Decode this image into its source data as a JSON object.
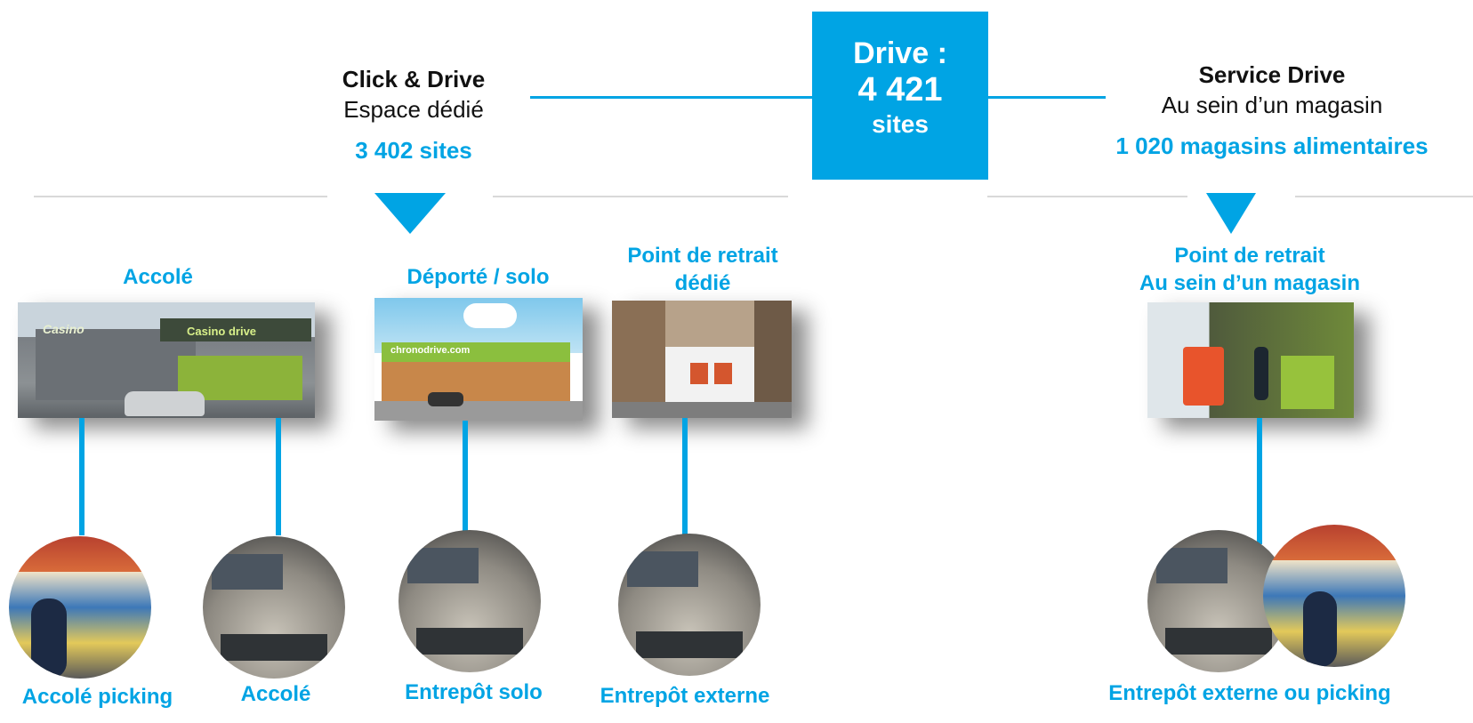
{
  "center_box": {
    "line1": "Drive :",
    "line2": "4 421",
    "line3": "sites"
  },
  "left_header": {
    "title": "Click & Drive",
    "subtitle": "Espace dédié",
    "count": "3 402 sites"
  },
  "right_header": {
    "title": "Service Drive",
    "subtitle": "Au sein d’un magasin",
    "count": "1 020 magasins alimentaires"
  },
  "categories": {
    "accole": "Accolé",
    "deporte": "Déporté / solo",
    "retrait_line1": "Point de retrait",
    "retrait_line2": "dédié",
    "magasin_line1": "Point de retrait",
    "magasin_line2": "Au sein d’un magasin"
  },
  "bottom_labels": {
    "accole_picking": "Accolé picking",
    "accole": "Accolé",
    "entrepot_solo": "Entrepôt solo",
    "entrepot_externe": "Entrepôt  externe",
    "externe_ou_picking": "Entrepôt  externe ou picking"
  },
  "photo_signs": {
    "casino": "Casino",
    "casino_drive": "Casino drive",
    "chrono": "chronodrive.com"
  },
  "colors": {
    "accent": "#00a4e4",
    "rule": "#d9d9d9"
  }
}
